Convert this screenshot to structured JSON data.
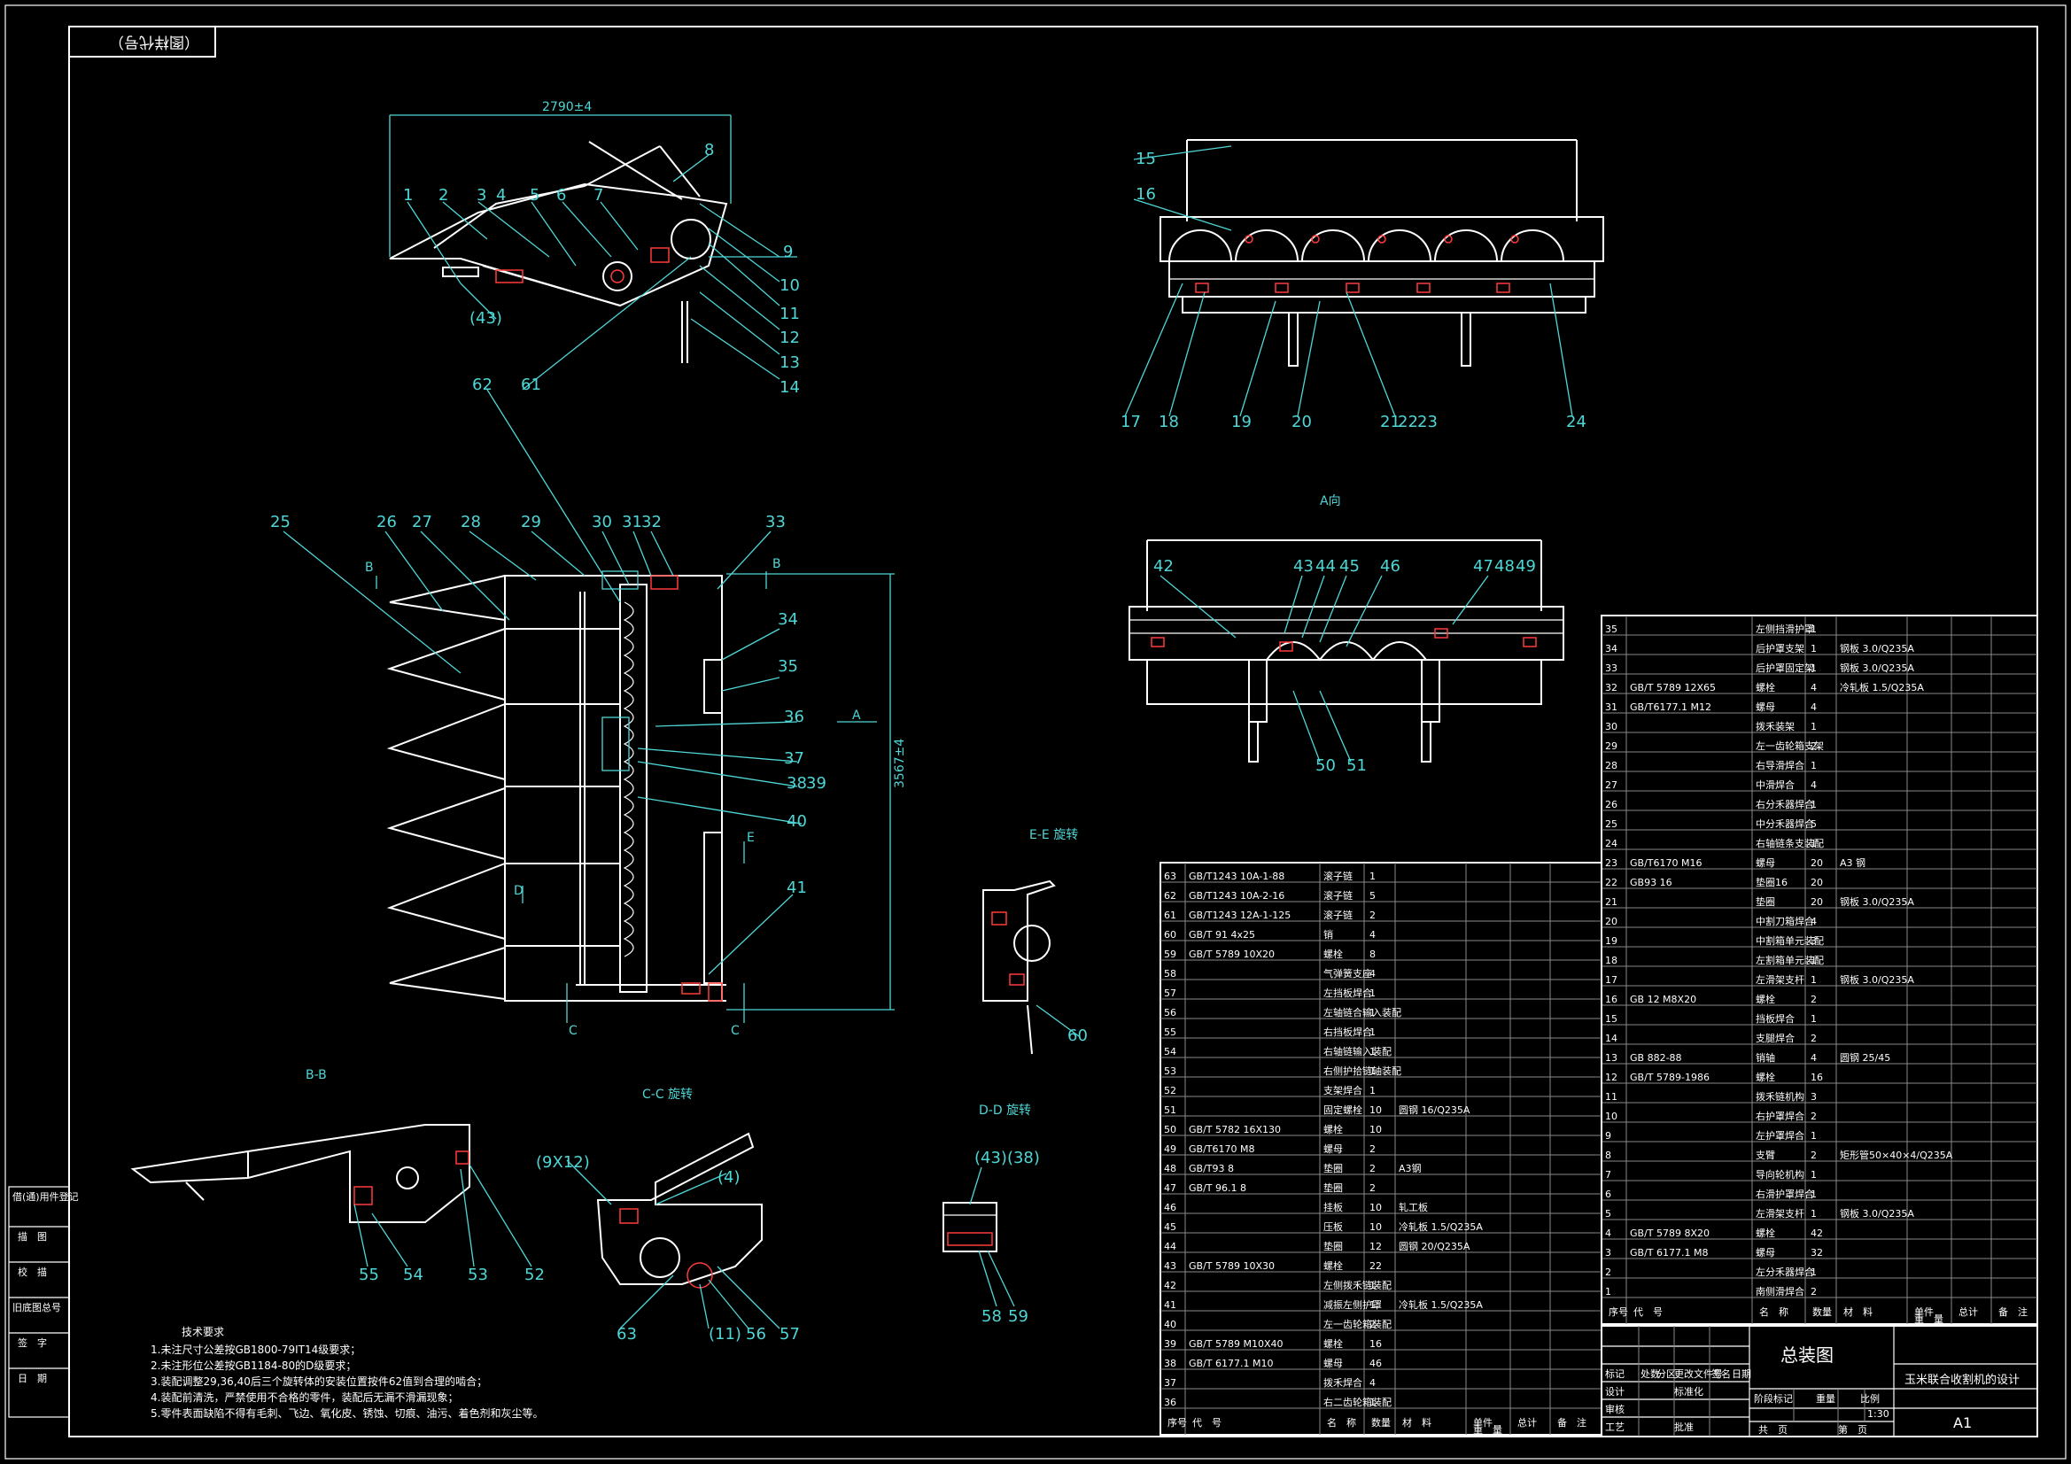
{
  "drawing": {
    "top_tag": "（图样代号）",
    "dimension_width": "2790±4",
    "dimension_height": "3567±4",
    "view_labels": {
      "a": "A向",
      "bb": "B-B",
      "cc": "C-C 旋转",
      "dd": "D-D 旋转",
      "ee": "E-E 旋转"
    },
    "section_marks": {
      "b": "B",
      "c": "C",
      "a": "A",
      "d": "D",
      "e": "E"
    },
    "balloons_top": [
      "1",
      "2",
      "3",
      "4",
      "5",
      "6",
      "7",
      "8",
      "9",
      "10",
      "11",
      "12",
      "13",
      "14",
      "61",
      "(43)"
    ],
    "balloons_plan": [
      "25",
      "26",
      "27",
      "28",
      "29",
      "30",
      "31",
      "32",
      "33",
      "34",
      "35",
      "36",
      "37",
      "38",
      "39",
      "40",
      "41",
      "62"
    ],
    "balloons_right": [
      "15",
      "16",
      "17",
      "18",
      "19",
      "20",
      "21",
      "22",
      "23",
      "24"
    ],
    "balloons_aview": [
      "42",
      "43",
      "44",
      "45",
      "46",
      "47",
      "48",
      "49",
      "50",
      "51"
    ],
    "balloons_bb": [
      "55",
      "54",
      "53",
      "52"
    ],
    "balloons_cc": [
      "(9X12)",
      "(4)",
      "63",
      "(11)",
      "56",
      "57"
    ],
    "balloons_dd": [
      "(43)(38)",
      "58",
      "59"
    ],
    "balloons_ee": [
      "60"
    ]
  },
  "notes": {
    "title": "技术要求",
    "lines": [
      "1.未注尺寸公差按GB1800-79IT14级要求；",
      "2.未注形位公差按GB1184-80的D级要求；",
      "3.装配调整29,36,40后三个旋转体的安装位置按件62值到合理的啮合；",
      "4.装配前清洗，严禁使用不合格的零件，装配后无漏不滑漏现象；",
      "5.零件表面缺陷不得有毛刺、飞边、氧化皮、锈蚀、切痕、油污、着色剂和灰尘等。"
    ]
  },
  "left_strip": [
    "借(通)用件登记",
    "描　图",
    "校　描",
    "旧底图总号",
    "签　字",
    "日　期"
  ],
  "bom_right": {
    "header": [
      "序号",
      "代　号",
      "名　称",
      "数量",
      "材　料",
      "单件",
      "总计",
      "备　注"
    ],
    "weight_label": "重　量",
    "rows": [
      [
        "35",
        "",
        "左侧挡滑护罩",
        "1",
        ""
      ],
      [
        "34",
        "",
        "后护罩支架",
        "1",
        "钢板 3.0/Q235A"
      ],
      [
        "33",
        "",
        "后护罩固定架",
        "1",
        "钢板 3.0/Q235A"
      ],
      [
        "32",
        "GB/T 5789 12X65",
        "螺栓",
        "4",
        "冷轧板 1.5/Q235A"
      ],
      [
        "31",
        "GB/T6177.1 M12",
        "螺母",
        "4",
        ""
      ],
      [
        "30",
        "",
        "拨禾装架",
        "1",
        ""
      ],
      [
        "29",
        "",
        "左一齿轮箱支架",
        "2",
        ""
      ],
      [
        "28",
        "",
        "右导滑焊合",
        "1",
        ""
      ],
      [
        "27",
        "",
        "中滑焊合",
        "4",
        ""
      ],
      [
        "26",
        "",
        "右分禾器焊合",
        "1",
        ""
      ],
      [
        "25",
        "",
        "中分禾器焊合",
        "5",
        ""
      ],
      [
        "24",
        "",
        "右轴链条支装配",
        "1",
        ""
      ],
      [
        "23",
        "GB/T6170 M16",
        "螺母",
        "20",
        "A3 钢"
      ],
      [
        "22",
        "GB93 16",
        "垫圈16",
        "20",
        ""
      ],
      [
        "21",
        "",
        "垫圈",
        "20",
        "钢板 3.0/Q235A"
      ],
      [
        "20",
        "",
        "中割刀箱焊合",
        "4",
        ""
      ],
      [
        "19",
        "",
        "中割箱单元装配",
        "3",
        ""
      ],
      [
        "18",
        "",
        "左割箱单元装配",
        "1",
        ""
      ],
      [
        "17",
        "",
        "左滑架支杆",
        "1",
        "钢板 3.0/Q235A"
      ],
      [
        "16",
        "GB 12 M8X20",
        "螺栓",
        "2",
        ""
      ],
      [
        "15",
        "",
        "挡板焊合",
        "1",
        ""
      ],
      [
        "14",
        "",
        "支腿焊合",
        "2",
        ""
      ],
      [
        "13",
        "GB 882-88",
        "销轴",
        "4",
        "圆钢 25/45"
      ],
      [
        "12",
        "GB/T 5789-1986",
        "螺栓",
        "16",
        ""
      ],
      [
        "11",
        "",
        "拨禾链机构",
        "3",
        ""
      ],
      [
        "10",
        "",
        "右护罩焊合",
        "2",
        ""
      ],
      [
        "9",
        "",
        "左护罩焊合",
        "1",
        ""
      ],
      [
        "8",
        "",
        "支臂",
        "2",
        "矩形管50×40×4/Q235A"
      ],
      [
        "7",
        "",
        "导向轮机构",
        "1",
        ""
      ],
      [
        "6",
        "",
        "右滑护罩焊合",
        "1",
        ""
      ],
      [
        "5",
        "",
        "左滑架支杆",
        "1",
        "钢板 3.0/Q235A"
      ],
      [
        "4",
        "GB/T 5789 8X20",
        "螺栓",
        "42",
        ""
      ],
      [
        "3",
        "GB/T 6177.1 M8",
        "螺母",
        "32",
        ""
      ],
      [
        "2",
        "",
        "左分禾器焊合",
        "1",
        ""
      ],
      [
        "1",
        "",
        "南侧滑焊合",
        "2",
        ""
      ]
    ]
  },
  "bom_mid": {
    "rows": [
      [
        "63",
        "GB/T1243 10A-1-88",
        "滚子链",
        "1",
        ""
      ],
      [
        "62",
        "GB/T1243 10A-2-16",
        "滚子链",
        "5",
        ""
      ],
      [
        "61",
        "GB/T1243 12A-1-125",
        "滚子链",
        "2",
        ""
      ],
      [
        "60",
        "GB/T 91 4x25",
        "销",
        "4",
        ""
      ],
      [
        "59",
        "GB/T 5789 10X20",
        "螺栓",
        "8",
        ""
      ],
      [
        "58",
        "",
        "气弹簧支座",
        "4",
        ""
      ],
      [
        "57",
        "",
        "左挡板焊合",
        "1",
        ""
      ],
      [
        "56",
        "",
        "左轴链合输入装配",
        "1",
        ""
      ],
      [
        "55",
        "",
        "右挡板焊合",
        "1",
        ""
      ],
      [
        "54",
        "",
        "右轴链输入装配",
        "1",
        ""
      ],
      [
        "53",
        "",
        "右侧护拾链轴装配",
        "1",
        ""
      ],
      [
        "52",
        "",
        "支架焊合",
        "1",
        ""
      ],
      [
        "51",
        "",
        "固定螺栓",
        "10",
        "圆钢 16/Q235A"
      ],
      [
        "50",
        "GB/T 5782 16X130",
        "螺栓",
        "10",
        ""
      ],
      [
        "49",
        "GB/T6170 M8",
        "螺母",
        "2",
        ""
      ],
      [
        "48",
        "GB/T93 8",
        "垫圈",
        "2",
        "A3钢"
      ],
      [
        "47",
        "GB/T 96.1 8",
        "垫圈",
        "2",
        ""
      ],
      [
        "46",
        "",
        "挂板",
        "10",
        "轧工板"
      ],
      [
        "45",
        "",
        "压板",
        "10",
        "冷轧板 1.5/Q235A"
      ],
      [
        "44",
        "",
        "垫圈",
        "12",
        "圆钢 20/Q235A"
      ],
      [
        "43",
        "GB/T 5789 10X30",
        "螺栓",
        "22",
        ""
      ],
      [
        "42",
        "",
        "左侧拨禾链装配",
        "1",
        ""
      ],
      [
        "41",
        "",
        "减振左侧护罩",
        "1",
        "冷轧板 1.5/Q235A"
      ],
      [
        "40",
        "",
        "左一齿轮箱装配",
        "2",
        ""
      ],
      [
        "39",
        "GB/T 5789 M10X40",
        "螺栓",
        "16",
        ""
      ],
      [
        "38",
        "GB/T 6177.1 M10",
        "螺母",
        "46",
        ""
      ],
      [
        "37",
        "",
        "拨禾焊合",
        "4",
        ""
      ],
      [
        "36",
        "",
        "右二齿轮箱装配",
        "1",
        ""
      ]
    ]
  },
  "title_block": {
    "drawing_name": "总装图",
    "project": "玉米联合收割机的设计",
    "sheet_size": "A1",
    "scale": "1:30",
    "labels": [
      "标记",
      "处数",
      "分区",
      "更改文件号",
      "签名",
      "日期",
      "设计",
      "标准化",
      "阶段标记",
      "重量",
      "比例",
      "审核",
      "工艺",
      "批准",
      "共　页",
      "第　页"
    ]
  }
}
